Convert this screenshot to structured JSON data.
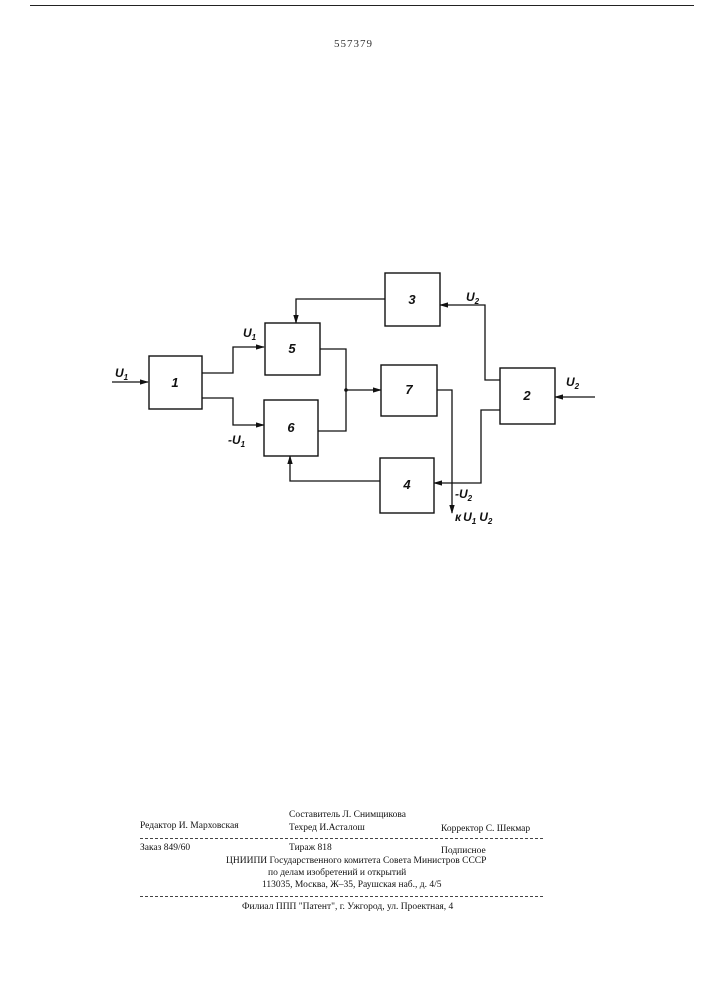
{
  "header": {
    "patent_number": "557379"
  },
  "diagram": {
    "blocks": [
      "1",
      "2",
      "3",
      "4",
      "5",
      "6",
      "7"
    ],
    "signals": {
      "u1": "U",
      "u1_sub": "1",
      "minus_u1": "-U",
      "minus_u1_sub": "1",
      "u2": "U",
      "u2_sub": "2",
      "minus_u2": "-U",
      "minus_u2_sub": "2",
      "output_prefix": "к",
      "output_a": "U",
      "output_a_sub": "1",
      "output_b": "U",
      "output_b_sub": "2"
    }
  },
  "colophon": {
    "editor": "Редактор  И. Марховская",
    "compiler": "Составитель Л. Снимщикова",
    "techred": "Техред  И.Асталош",
    "corrector": "Корректор  С. Шекмар",
    "order": "Заказ  849/60",
    "circulation": "Тираж  818",
    "subscription": "Подписное",
    "org_line1": "ЦНИИПИ Государственного комитета Совета Министров СССР",
    "org_line2": "по делам изобретений и открытий",
    "org_address": "113035, Москва, Ж–35, Раушская наб., д. 4/5",
    "branch": "Филиал ППП \"Патент\", г. Ужгород, ул. Проектная, 4"
  }
}
